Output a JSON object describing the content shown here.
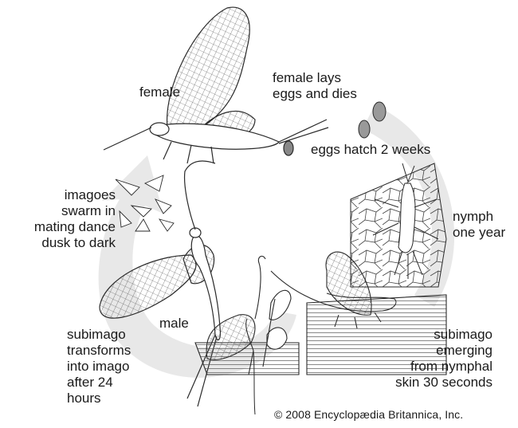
{
  "labels": {
    "female": "female",
    "female_lays": "female lays\neggs and dies",
    "eggs_hatch": "eggs hatch 2 weeks",
    "nymph": "nymph\none year",
    "imagoes": "imagoes\nswarm in\nmating dance\ndusk to dark",
    "male": "male",
    "subimago_transforms": "subimago\ntransforms\ninto imago\nafter 24\nhours",
    "subimago_emerging": "subimago\nemerging\nfrom nymphal\nskin 30 seconds"
  },
  "copyright": "© 2008 Encyclopædia Britannica, Inc.",
  "colors": {
    "arrow": "#e8e8e8",
    "ink": "#2a2a2a",
    "background": "#ffffff"
  }
}
